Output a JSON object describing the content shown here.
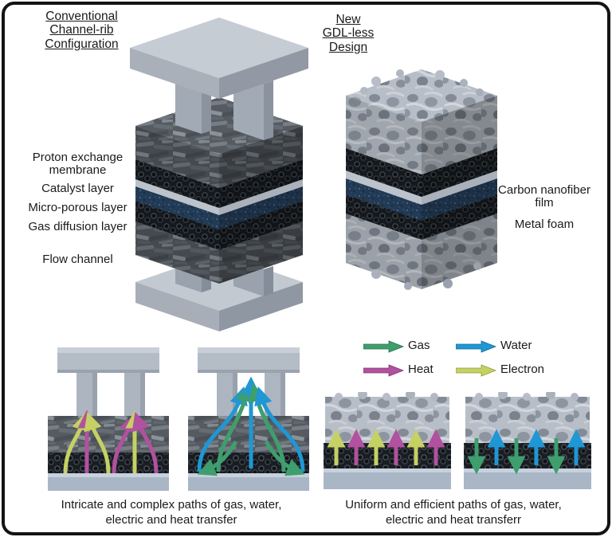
{
  "titles": {
    "left": {
      "line1": "Conventional",
      "line2": "Channel-rib",
      "line3": "Configuration"
    },
    "right": {
      "line1": "New",
      "line2": "GDL-less",
      "line3": "Design"
    }
  },
  "layer_labels": {
    "conventional": {
      "pem_line1": "Proton exchange",
      "pem_line2": "membrane",
      "catalyst": "Catalyst layer",
      "micro_porous": "Micro-porous layer",
      "gdl": "Gas diffusion layer",
      "flow_channel": "Flow channel"
    },
    "gdl_less": {
      "cnf_line1": "Carbon nanofiber",
      "cnf_line2": "film",
      "metal_foam": "Metal foam"
    }
  },
  "legend": {
    "items": [
      {
        "label": "Gas",
        "color": "#3f9e6e"
      },
      {
        "label": "Water",
        "color": "#1f97d4"
      },
      {
        "label": "Heat",
        "color": "#b2519f"
      },
      {
        "label": "Electron",
        "color": "#c5d163"
      }
    ]
  },
  "captions": {
    "conventional_line1": "Intricate and complex paths of gas, water,",
    "conventional_line2": "electric and heat transfer",
    "gdl_less_line1": "Uniform and efficient paths of gas, water,",
    "gdl_less_line2": "electric and heat transferr"
  },
  "colors": {
    "gas": "#3f9e6e",
    "water": "#1f97d4",
    "heat": "#b2519f",
    "electron": "#c5d163"
  }
}
